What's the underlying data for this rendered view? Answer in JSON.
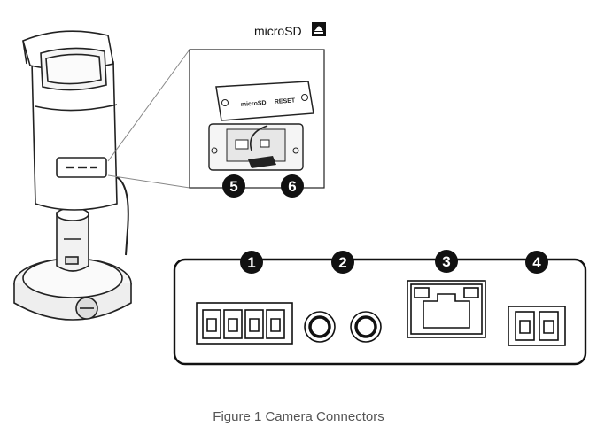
{
  "figure": {
    "caption": "Figure 1 Camera Connectors",
    "microsd_label": "microSD",
    "microsd_icon": "microsd-eject-icon",
    "door_label_left": "microSD",
    "door_label_right": "RESET"
  },
  "callouts": [
    {
      "id": "terminal-block",
      "label": "1"
    },
    {
      "id": "audio-jack-pair",
      "label": "2"
    },
    {
      "id": "ethernet-port",
      "label": "3"
    },
    {
      "id": "power-terminal",
      "label": "4"
    },
    {
      "id": "microsd-slot",
      "label": "5"
    },
    {
      "id": "reset-button",
      "label": "6"
    }
  ]
}
